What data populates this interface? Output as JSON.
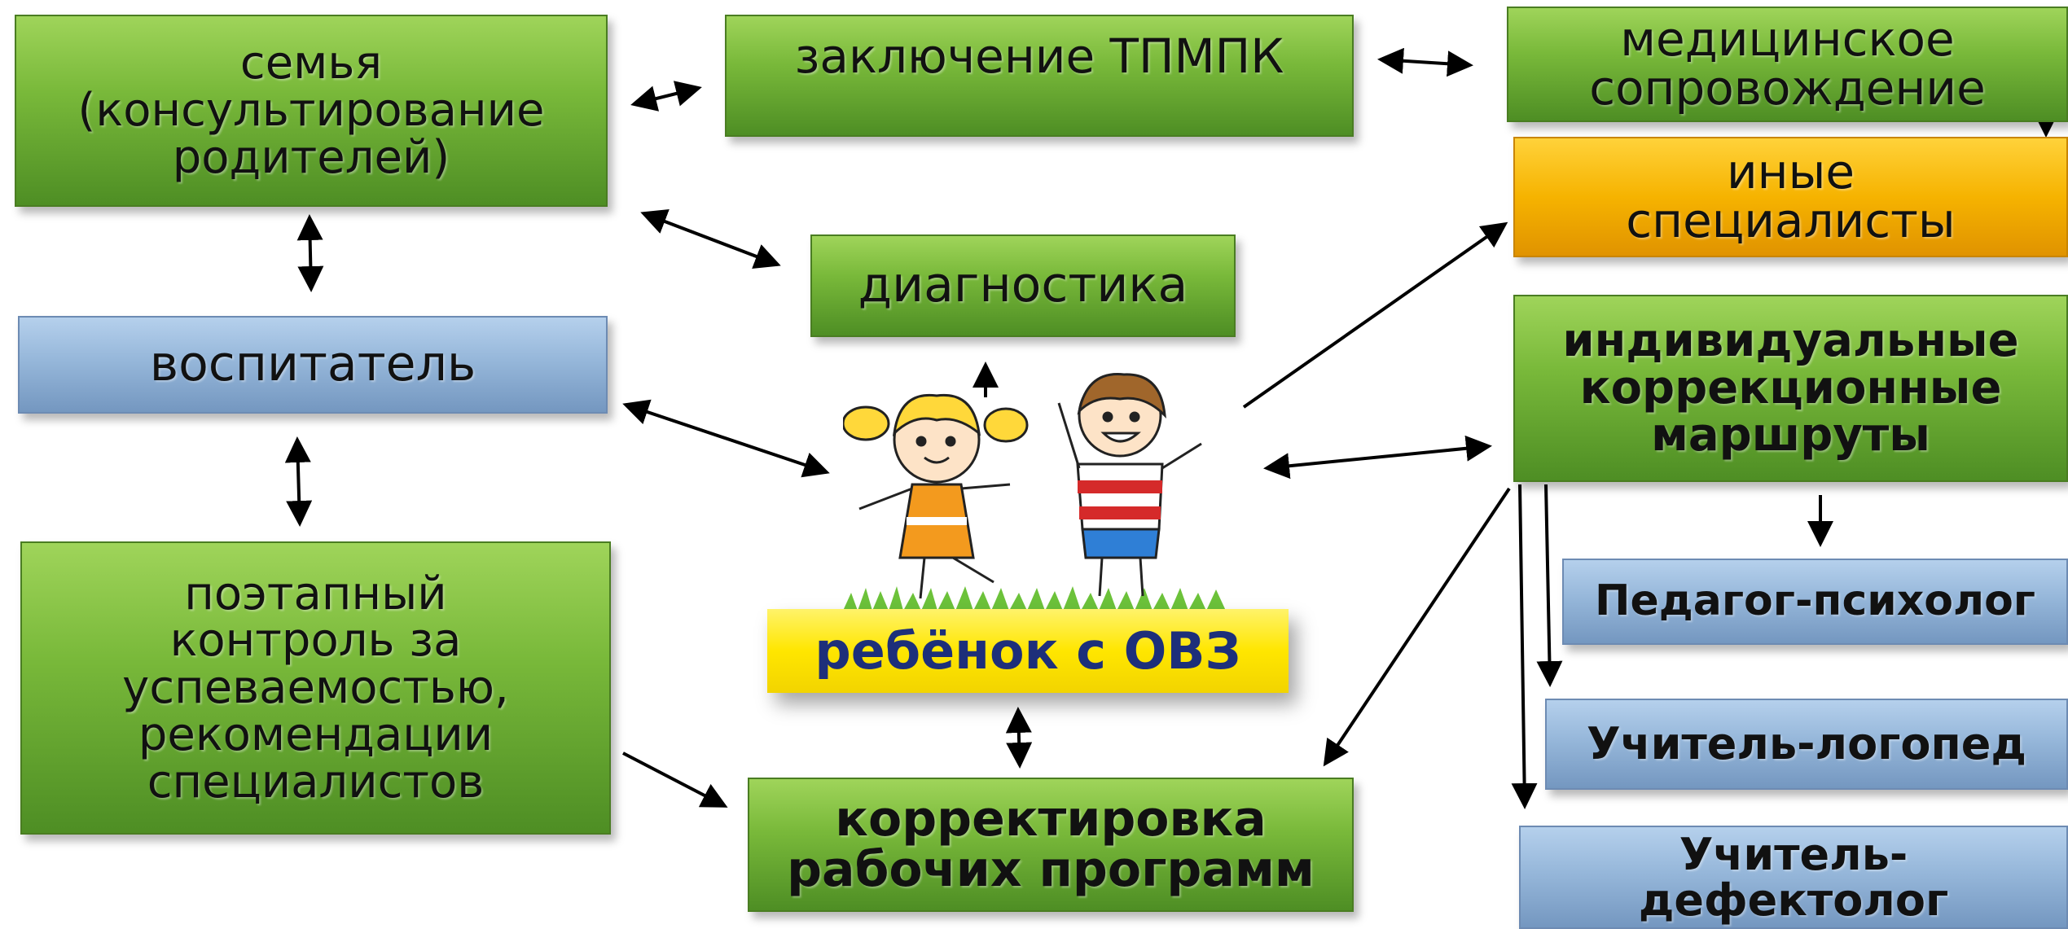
{
  "nodes": {
    "family": [
      "семья",
      "(консультирование",
      "родителей)"
    ],
    "tpmpk": [
      "заключение ТПМПК"
    ],
    "medical": [
      "медицинское",
      "сопровождение"
    ],
    "other_specialists": [
      "иные",
      "специалисты"
    ],
    "diagnostics": [
      "диагностика"
    ],
    "educator": [
      "воспитатель"
    ],
    "individual_routes": [
      "индивидуальные",
      "коррекционные",
      "маршруты"
    ],
    "psychologist": [
      "Педагог-психолог"
    ],
    "speech_therapist": [
      "Учитель-логопед"
    ],
    "defectologist": [
      "Учитель-",
      "дефектолог"
    ],
    "control": [
      "поэтапный",
      "контроль за",
      "успеваемостью,",
      "рекомендации",
      "специалистов"
    ],
    "programs": [
      "корректировка",
      "рабочих программ"
    ],
    "child": "ребёнок с ОВЗ"
  },
  "colors": {
    "green": "#79b93a",
    "blue": "#96b7da",
    "orange": "#f6b300",
    "yellow": "#ffe600",
    "child_text": "#1d2f7a"
  }
}
